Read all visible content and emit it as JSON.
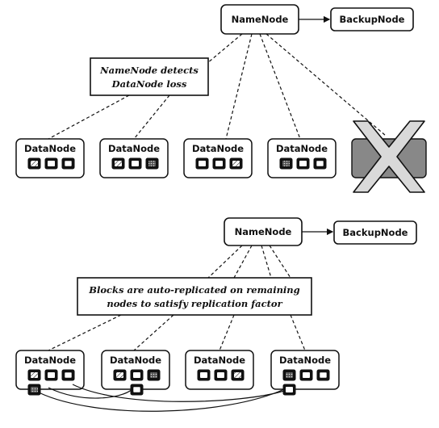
{
  "top": {
    "namenode": "NameNode",
    "backupnode": "BackupNode",
    "note": [
      "NameNode detects",
      "DataNode loss"
    ],
    "datanodes": [
      {
        "label": "DataNode",
        "blocks": [
          "hatched",
          "dark",
          "light"
        ],
        "failed": false
      },
      {
        "label": "DataNode",
        "blocks": [
          "hatched",
          "dark",
          "dotted"
        ],
        "failed": false
      },
      {
        "label": "DataNode",
        "blocks": [
          "dark",
          "dark",
          "hatched"
        ],
        "failed": false
      },
      {
        "label": "DataNode",
        "blocks": [
          "dotted",
          "dark",
          "light"
        ],
        "failed": false
      },
      {
        "label": "",
        "blocks": [],
        "failed": true
      }
    ]
  },
  "bottom": {
    "namenode": "NameNode",
    "backupnode": "BackupNode",
    "note": [
      "Blocks are auto-replicated on remaining",
      "nodes to satisfy replication factor"
    ],
    "datanodes": [
      {
        "label": "DataNode",
        "blocks": [
          "hatched",
          "dark",
          "light"
        ],
        "extra": "dotted"
      },
      {
        "label": "DataNode",
        "blocks": [
          "hatched",
          "dark",
          "dotted"
        ],
        "extra": "light"
      },
      {
        "label": "DataNode",
        "blocks": [
          "dark",
          "dark",
          "hatched"
        ],
        "extra": null
      },
      {
        "label": "DataNode",
        "blocks": [
          "dotted",
          "dark",
          "light"
        ],
        "extra": "dark"
      }
    ]
  }
}
